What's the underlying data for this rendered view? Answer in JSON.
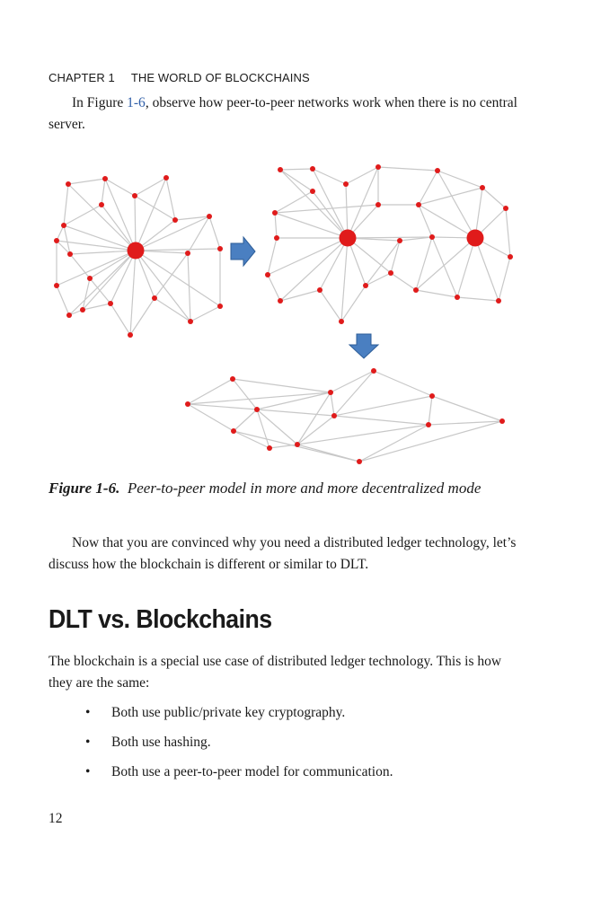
{
  "running_head": {
    "chapter": "CHAPTER 1",
    "title": "THE WORLD OF BLOCKCHAINS"
  },
  "intro": {
    "before": "In Figure ",
    "figure_ref": "1-6",
    "after": ", observe how peer-to-peer networks work when there is no central server."
  },
  "figure": {
    "node_color": "#e01b1b",
    "edge_color": "#c8c8c8",
    "arrow_color": "#4a7fc1",
    "arrow_right_icon": "arrow-right-icon",
    "arrow_down_icon": "arrow-down-icon"
  },
  "caption": {
    "label": "Figure 1-6.",
    "text": "Peer-to-peer model in more and more decentralized mode"
  },
  "transition": {
    "text": "Now that you are convinced why you need a distributed ledger technology, let’s discuss how the blockchain is different or similar to DLT."
  },
  "section": {
    "heading": "DLT vs. Blockchains",
    "body": "The blockchain is a special use case of distributed ledger technology. This is how they are the same:"
  },
  "bullets": {
    "marker": "•",
    "items": [
      "Both use public/private key cryptography.",
      "Both use hashing.",
      "Both use a peer-to-peer model for communication."
    ]
  },
  "page_number": "12"
}
